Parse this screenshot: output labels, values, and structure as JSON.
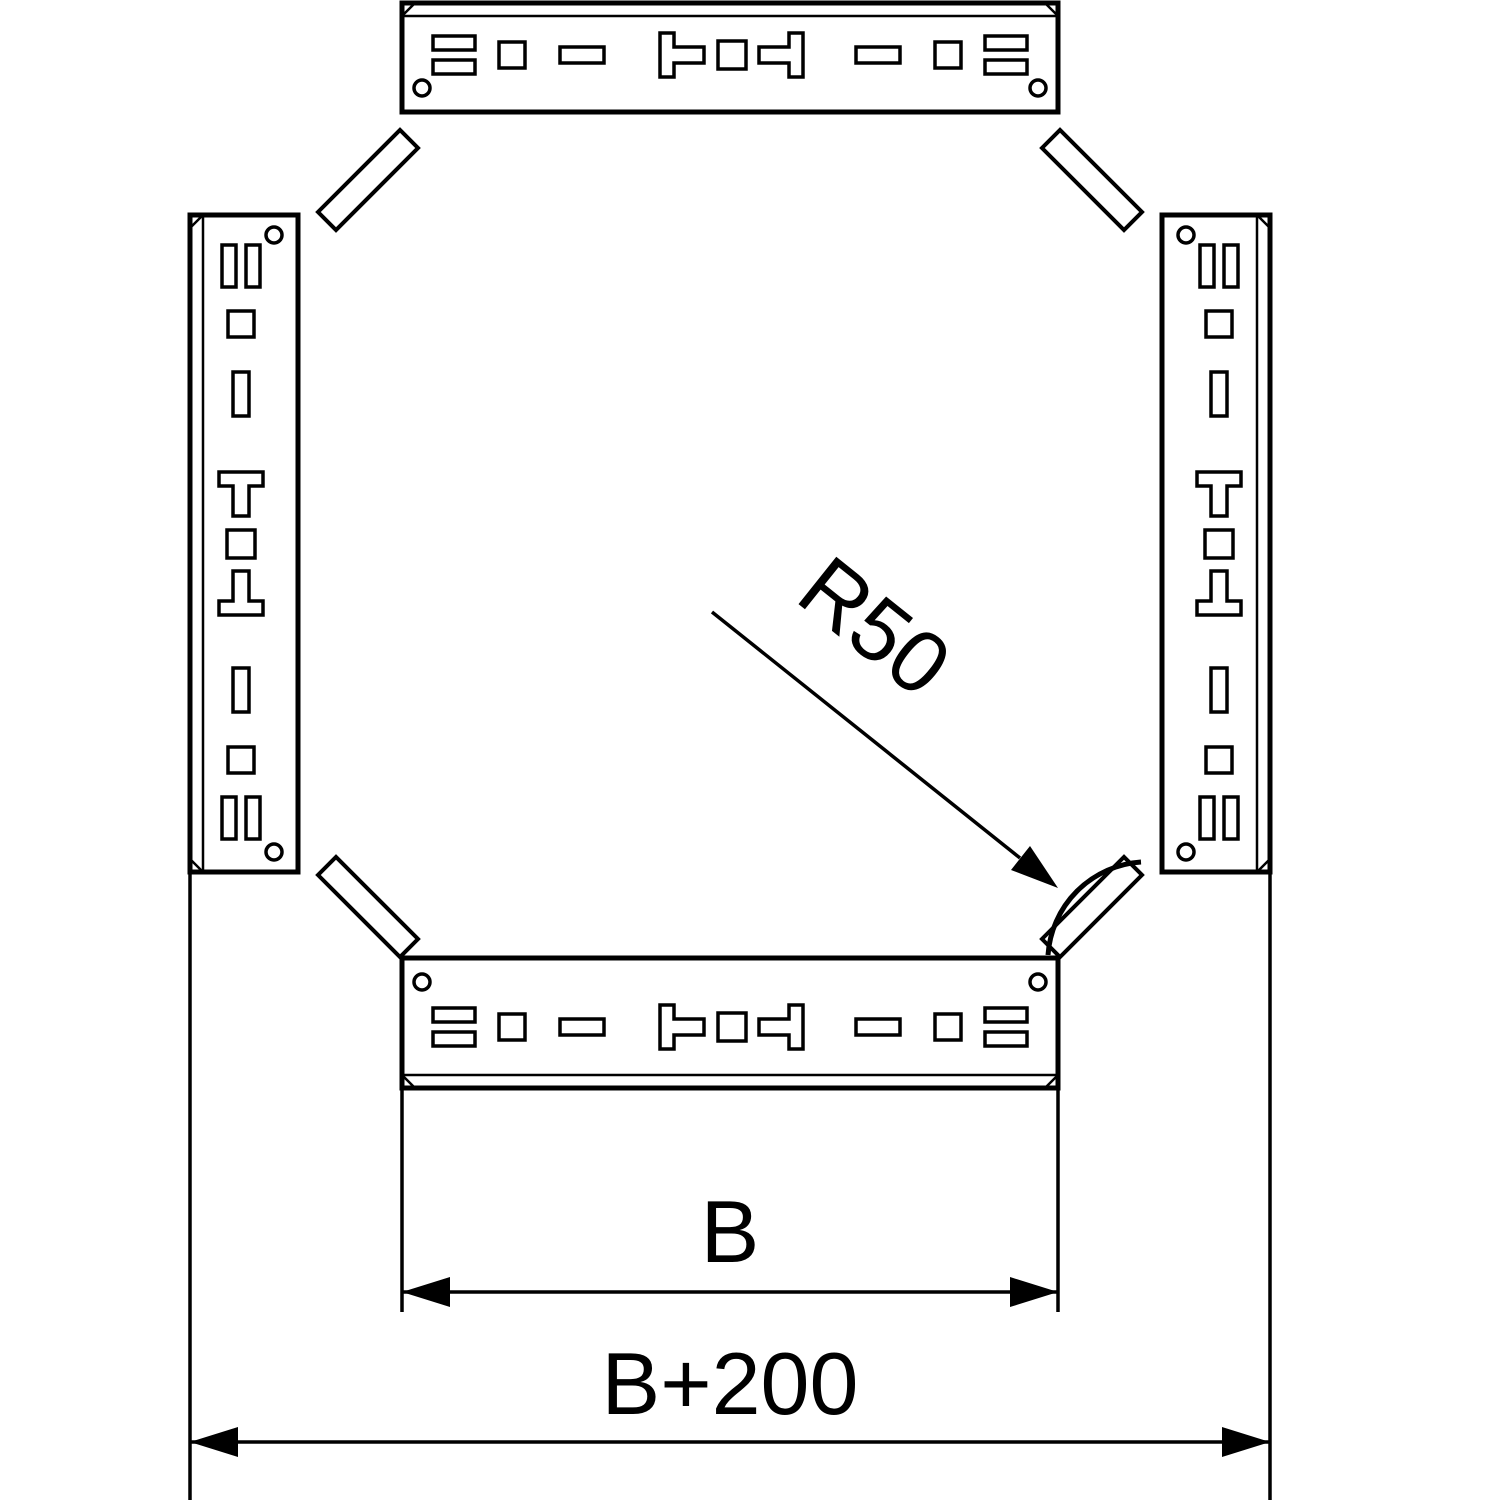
{
  "drawing": {
    "description": "Technical line drawing of a cable tray cross-over / intersection piece, top view, with perforated side rails",
    "radius_label": "R50",
    "dimension_inner": "B",
    "dimension_outer": "B+200",
    "line_color": "#000000",
    "background_color": "#ffffff"
  }
}
